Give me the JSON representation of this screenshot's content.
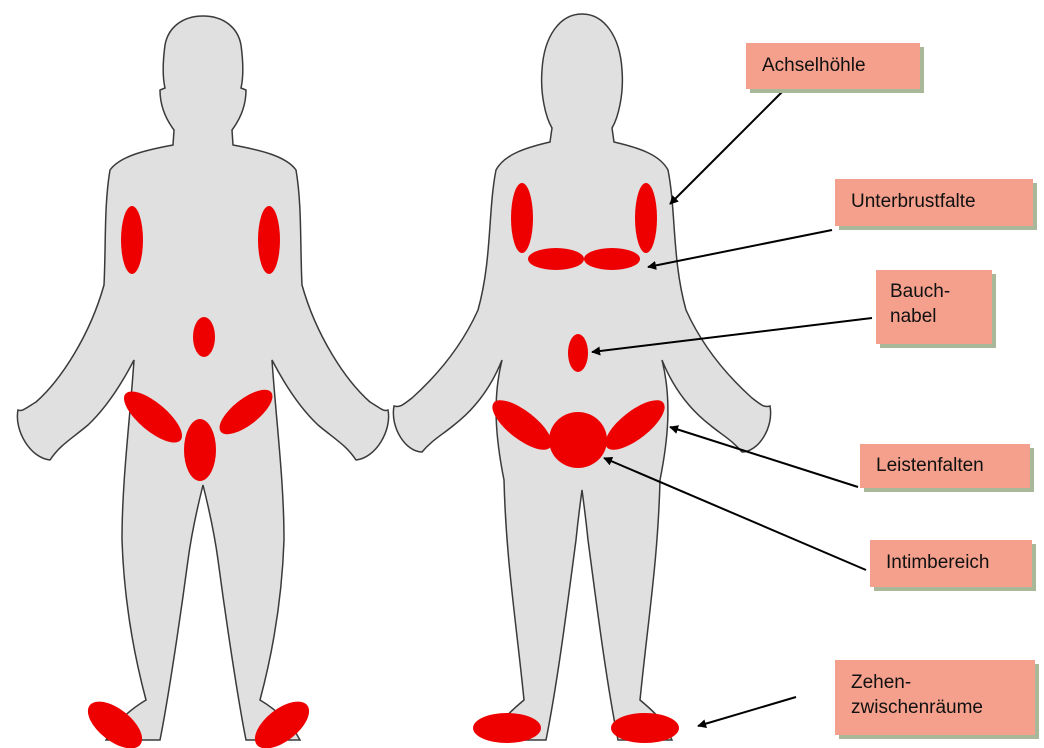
{
  "labels": {
    "axilla": "Achselhöhle",
    "underbust_fold": "Unterbrustfalte",
    "navel": "Bauch-\nnabel",
    "groin_folds": "Leistenfalten",
    "intimate_area": "Intimbereich",
    "toe_spaces": "Zehen-\nzwischenräume"
  },
  "colors": {
    "body_fill": "#e0e0e0",
    "body_outline": "#3a3a3a",
    "marker": "#ee0000",
    "label_box": "#f5a08c",
    "label_shadow": "#aab89a",
    "arrow": "#000000"
  }
}
